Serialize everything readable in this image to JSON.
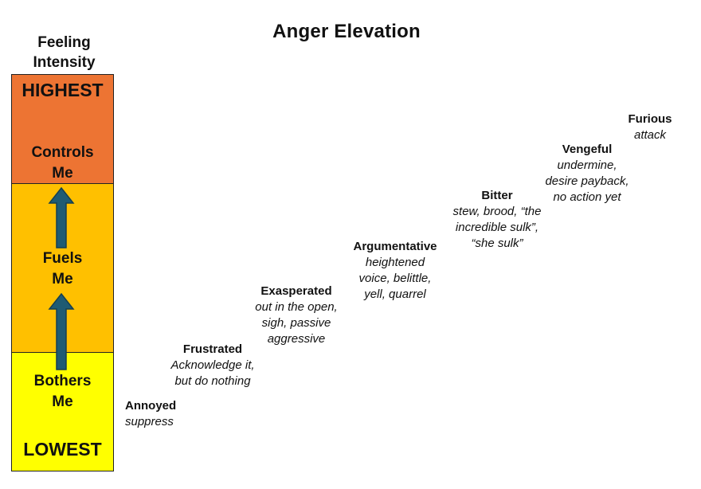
{
  "title": "Anger Elevation",
  "intensity_label": [
    "Feeling",
    "Intensity"
  ],
  "scale": {
    "highest": "HIGHEST",
    "controls": [
      "Controls",
      "Me"
    ],
    "fuels": [
      "Fuels",
      "Me"
    ],
    "bothers": [
      "Bothers",
      "Me"
    ],
    "lowest": "LOWEST"
  },
  "colors": {
    "top": "#ed7433",
    "middle": "#ffc000",
    "bottom": "#ffff00",
    "arrow": "#1f5b73"
  },
  "stages": [
    {
      "name": "Annoyed",
      "desc": [
        "suppress"
      ]
    },
    {
      "name": "Frustrated",
      "desc": [
        "Acknowledge it,",
        "but do nothing"
      ]
    },
    {
      "name": "Exasperated",
      "desc": [
        "out in the open,",
        "sigh, passive",
        "aggressive"
      ]
    },
    {
      "name": "Argumentative",
      "desc": [
        "heightened",
        "voice, belittle,",
        "yell, quarrel"
      ]
    },
    {
      "name": "Bitter",
      "desc": [
        "stew, brood, “the",
        "incredible sulk”,",
        "“she sulk”"
      ]
    },
    {
      "name": "Vengeful",
      "desc": [
        "undermine,",
        "desire payback,",
        "no action yet"
      ]
    },
    {
      "name": "Furious",
      "desc": [
        "attack"
      ]
    }
  ]
}
